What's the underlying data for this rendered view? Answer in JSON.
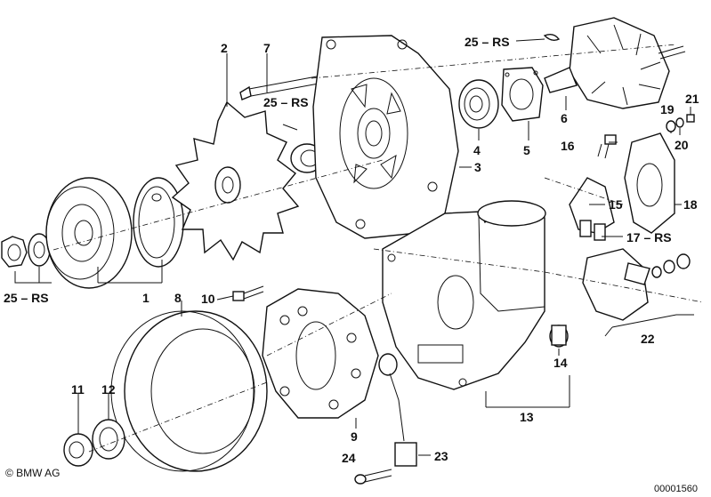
{
  "labels": {
    "p1": "1",
    "p2": "2",
    "p3": "3",
    "p4": "4",
    "p5": "5",
    "p6": "6",
    "p7": "7",
    "p8": "8",
    "p10": "10",
    "p11": "11",
    "p12": "12",
    "p13": "13",
    "p14": "14",
    "p15": "15",
    "p16": "16",
    "p17": "17 – RS",
    "p18": "18",
    "p19": "19",
    "p20": "20",
    "p21": "21",
    "p22": "22",
    "p23": "23",
    "p24": "24",
    "p25a": "25 – RS",
    "p25b": "25 – RS",
    "p25c": "25 – RS",
    "p9": "9"
  },
  "copyright": "© BMW AG",
  "diagram_id": "00001560"
}
